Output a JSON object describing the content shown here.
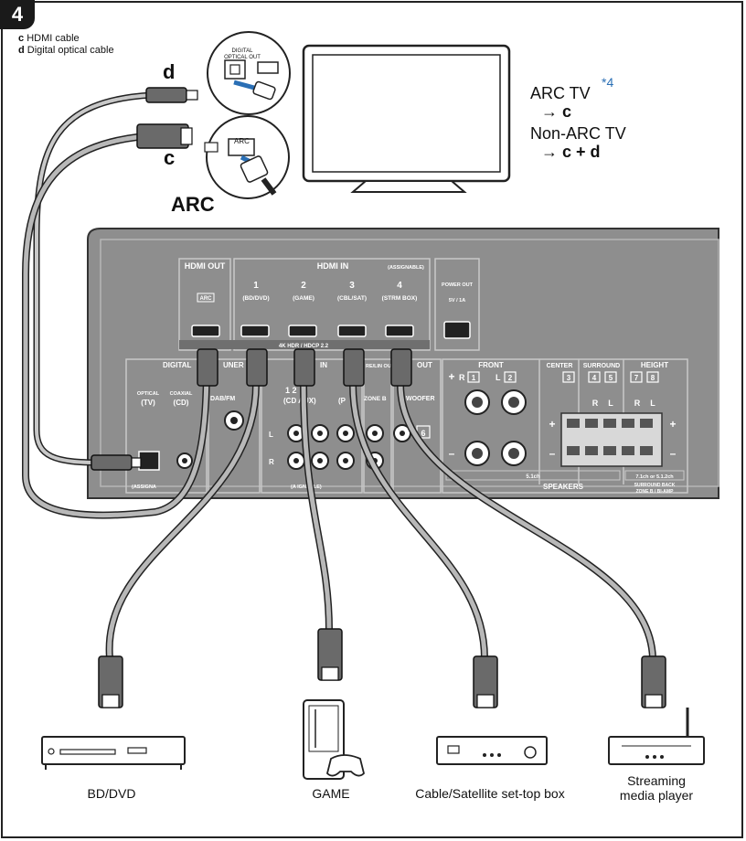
{
  "step_number": "4",
  "legend": [
    {
      "key": "c",
      "text": "HDMI cable"
    },
    {
      "key": "d",
      "text": "Digital optical cable"
    }
  ],
  "cable_label_d": "d",
  "cable_label_c": "c",
  "arc_label": "ARC",
  "tv_jack_optical_label": "DIGITAL OPTICAL OUT",
  "tv_jack_arc_label": "ARC",
  "tv_notes": {
    "arc_tv": "ARC TV",
    "footnote": "*4",
    "arc_tv_cable": "→ c",
    "non_arc_tv": "Non-ARC TV",
    "non_arc_tv_cable": "→ c + d"
  },
  "receiver": {
    "hdmi_out": "HDMI OUT",
    "hdmi_out_arc": "ARC",
    "hdmi_in": "HDMI IN",
    "assignable": "(ASSIGNABLE)",
    "inputs": [
      {
        "num": "1",
        "name": "(BD/DVD)"
      },
      {
        "num": "2",
        "name": "(GAME)"
      },
      {
        "num": "3",
        "name": "(CBL/SAT)"
      },
      {
        "num": "4",
        "name": "(STRM BOX)"
      }
    ],
    "hdr_note": "4K HDR / HDCP 2.2",
    "power_out": "POWER OUT",
    "power_out_spec": "5V / 1A",
    "digital": "DIGITAL",
    "optical": "OPTICAL",
    "optical_tv": "(TV)",
    "coaxial": "COAXIAL",
    "coaxial_cd": "(CD)",
    "digital_assignable": "(ASSIGNA",
    "tuner": "UNER",
    "dab_fm": "DAB/FM",
    "analog_in": "IN",
    "analog_1_2": "1   2",
    "analog_cd_aux": "(CD  AUX)",
    "analog_p": "(P",
    "analog_l": "L",
    "analog_r": "R",
    "analog_assignable": "(A    IGNABLE)",
    "pre_line": "RE/LIN OUT",
    "zone_b": "ZONE B",
    "out": "OUT",
    "woofer": "WOOFER",
    "woofer_num": "6",
    "front": "FRONT",
    "front_r": "R",
    "front_r_num": "1",
    "front_l": "L",
    "front_l_num": "2",
    "center": "CENTER",
    "center_num": "3",
    "surround": "SURROUND",
    "surround_r_num": "4",
    "surround_l_num": "5",
    "height": "HEIGHT",
    "height_r_num": "7",
    "height_l_num": "8",
    "r": "R",
    "l": "L",
    "plus": "+",
    "minus": "–",
    "ch51": "5.1ch",
    "ch71": "7.1ch or 5.1.2ch",
    "speakers": "SPEAKERS",
    "surround_back": "SURROUND BACK",
    "zone_b_biamp": "ZONE B / BI-AMP"
  },
  "devices": [
    {
      "name": "BD/DVD"
    },
    {
      "name": "GAME"
    },
    {
      "name": "Cable/Satellite set-top box"
    },
    {
      "name": "Streaming media player"
    }
  ],
  "colors": {
    "panel": "#8e8e8e",
    "panel_dark": "#6f6f6f",
    "cable": "#9a9a9a",
    "footnote": "#2a6fb5"
  }
}
